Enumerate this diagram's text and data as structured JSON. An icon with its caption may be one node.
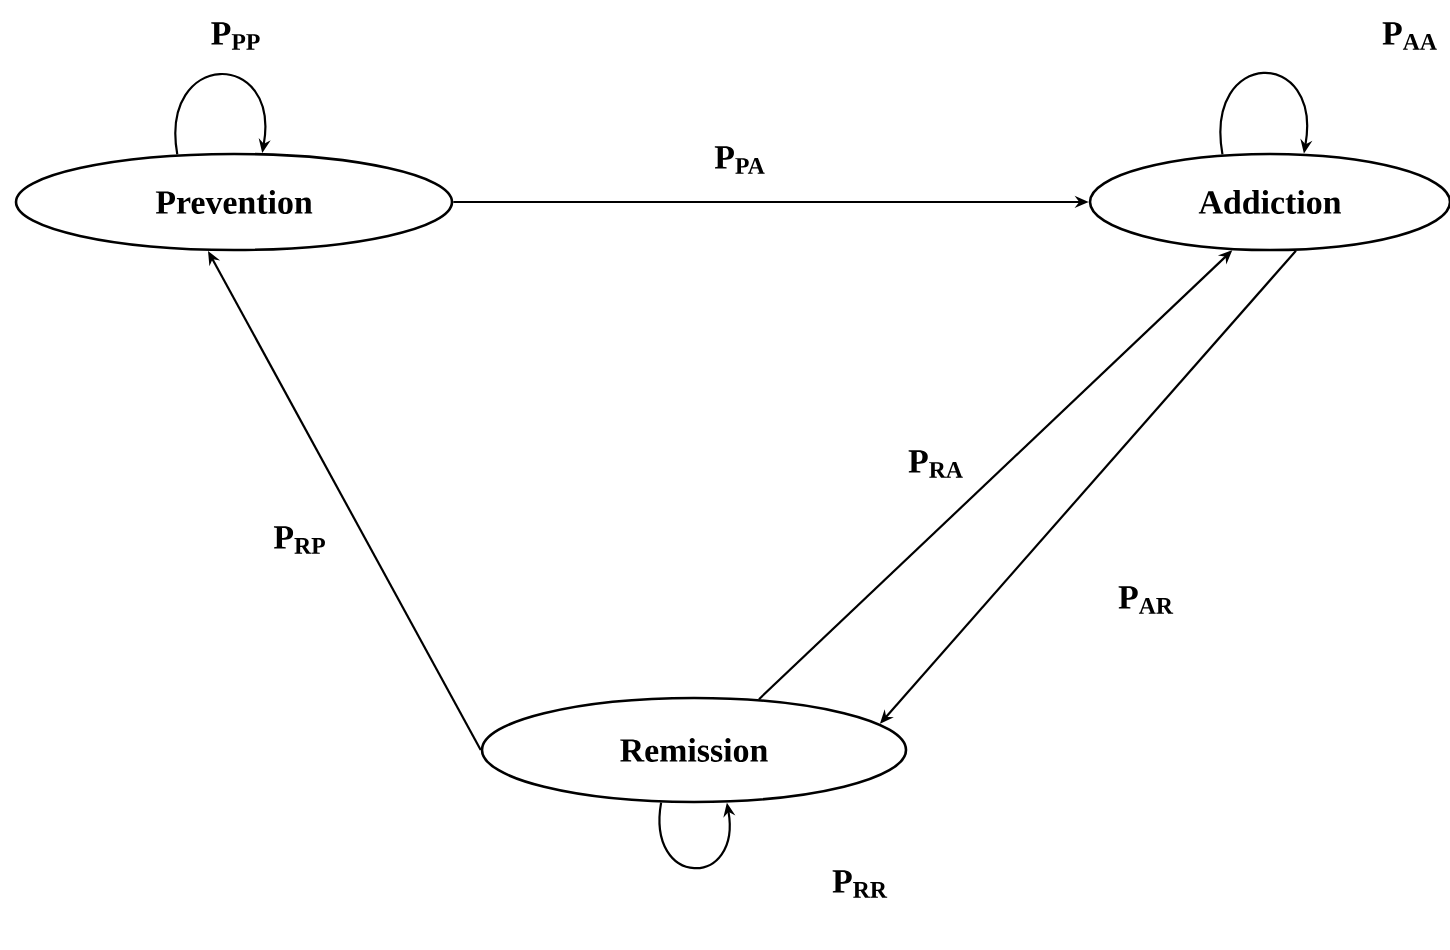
{
  "diagram": {
    "nodes": [
      {
        "text": [
          "Prevention"
        ]
      },
      {
        "text": [
          "Addiction"
        ]
      },
      {
        "text": [
          "Remission"
        ]
      }
    ],
    "edges": [
      {
        "from": 0,
        "to": 0,
        "arrow": "to",
        "label": "P$_{PP}$"
      },
      {
        "from": 1,
        "to": 1,
        "arrow": "to",
        "label": "P$_{AA}$"
      },
      {
        "from": 0,
        "to": 1,
        "arrow": "to",
        "label": "P$_{PA}$"
      },
      {
        "from": 2,
        "to": 0,
        "arrow": "to",
        "label": "P$_{RP}$"
      },
      {
        "from": 2,
        "to": 1,
        "arrow": "to",
        "label": "P$_{RA}$"
      },
      {
        "from": 1,
        "to": 2,
        "arrow": "to",
        "label": "P$_{AR}$"
      },
      {
        "from": 2,
        "to": 2,
        "arrow": "to",
        "label": "P$_{RR}$"
      }
    ]
  }
}
